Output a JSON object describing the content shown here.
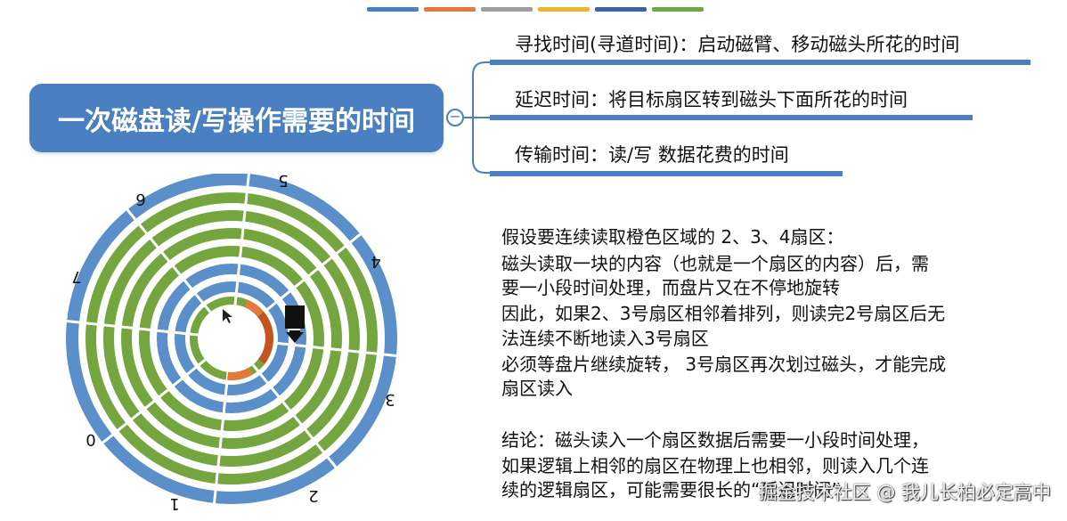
{
  "header_colors": [
    "#4a7fc1",
    "#e07a3d",
    "#9e9e9e",
    "#f0b429",
    "#3d62a8",
    "#6fa843"
  ],
  "mindmap": {
    "main_topic": "一次磁盘读/写操作需要的时间",
    "branches": [
      {
        "label": "寻找时间(寻道时间)：启动磁臂、移动磁头所花的时间"
      },
      {
        "label": "延迟时间：将目标扇区转到磁头下面所花的时间"
      },
      {
        "label": "传输时间：读/写 数据花费的时间"
      }
    ]
  },
  "disk": {
    "sector_labels": [
      "0",
      "1",
      "2",
      "3",
      "4",
      "5",
      "6",
      "7"
    ],
    "colors": {
      "outer": "#5b8fc9",
      "track": "#74a53f",
      "orange": "#e37a3c",
      "orange_dark": "#c4551f",
      "head": "#111111"
    }
  },
  "description": {
    "paragraph": [
      "假设要连续读取橙色区域的 2、3、4扇区：",
      "磁头读取一块的内容（也就是一个扇区的内容）后，需",
      "要一小段时间处理，而盘片又在不停地旋转",
      "因此，如果2、3号扇区相邻着排列，则读完2号扇区后无",
      "法连续不断地读入3号扇区",
      "必须等盘片继续旋转， 3号扇区再次划过磁头，才能完成",
      "扇区读入"
    ],
    "conclusion": [
      "结论：磁头读入一个扇区数据后需要一小段时间处理，",
      "如果逻辑上相邻的扇区在物理上也相邻，则读入几个连",
      "续的逻辑扇区，可能需要很长的“延迟时间”"
    ]
  },
  "footer": {
    "watermark": "掘金技术社区 @ 我儿长柏必定高中"
  }
}
